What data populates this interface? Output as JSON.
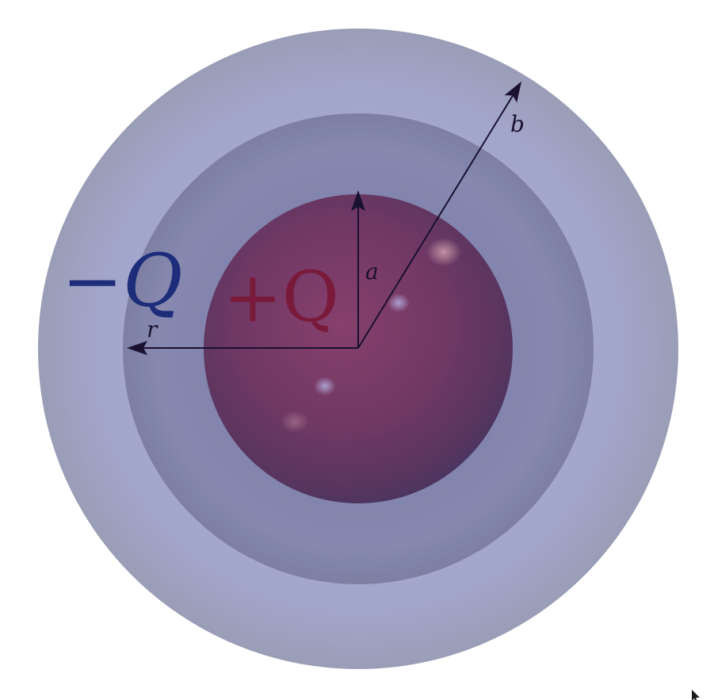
{
  "diagram": {
    "labels": {
      "outer_charge": "−Q",
      "inner_charge": "+Q",
      "radius_r": "r",
      "radius_a": "a",
      "radius_b": "b"
    },
    "colors": {
      "outer_shell": "#a3a6c8",
      "middle_shell": "#8789b0",
      "inner_sphere": "#7a3a64",
      "outer_charge_text": "#1d2d7a",
      "inner_charge_text": "#7a1a3a",
      "arrow": "#1a1030"
    }
  }
}
